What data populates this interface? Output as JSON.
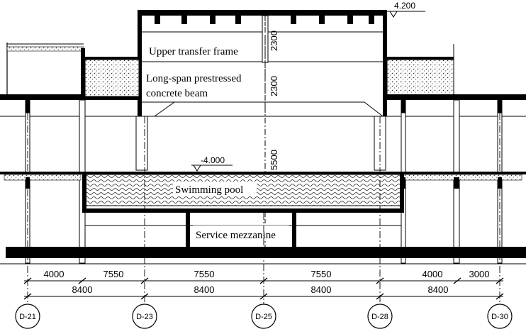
{
  "labels": {
    "upper_transfer_frame": "Upper transfer frame",
    "long_span_line1": "Long-span prestressed",
    "long_span_line2": "concrete beam",
    "swimming_pool": "Swimming pool",
    "service_mezzanine": "Service mezzanine"
  },
  "elevations": {
    "top": "4.200",
    "pool": "-4.000"
  },
  "vertical_dims": [
    "2300",
    "2300",
    "5500"
  ],
  "dims_row1": [
    "4000",
    "7550",
    "7550",
    "7550",
    "4000",
    "3000"
  ],
  "dims_row2": [
    "8400",
    "8400",
    "8400",
    "8400"
  ],
  "axes": [
    "D-21",
    "D-23",
    "D-25",
    "D-28",
    "D-30"
  ]
}
